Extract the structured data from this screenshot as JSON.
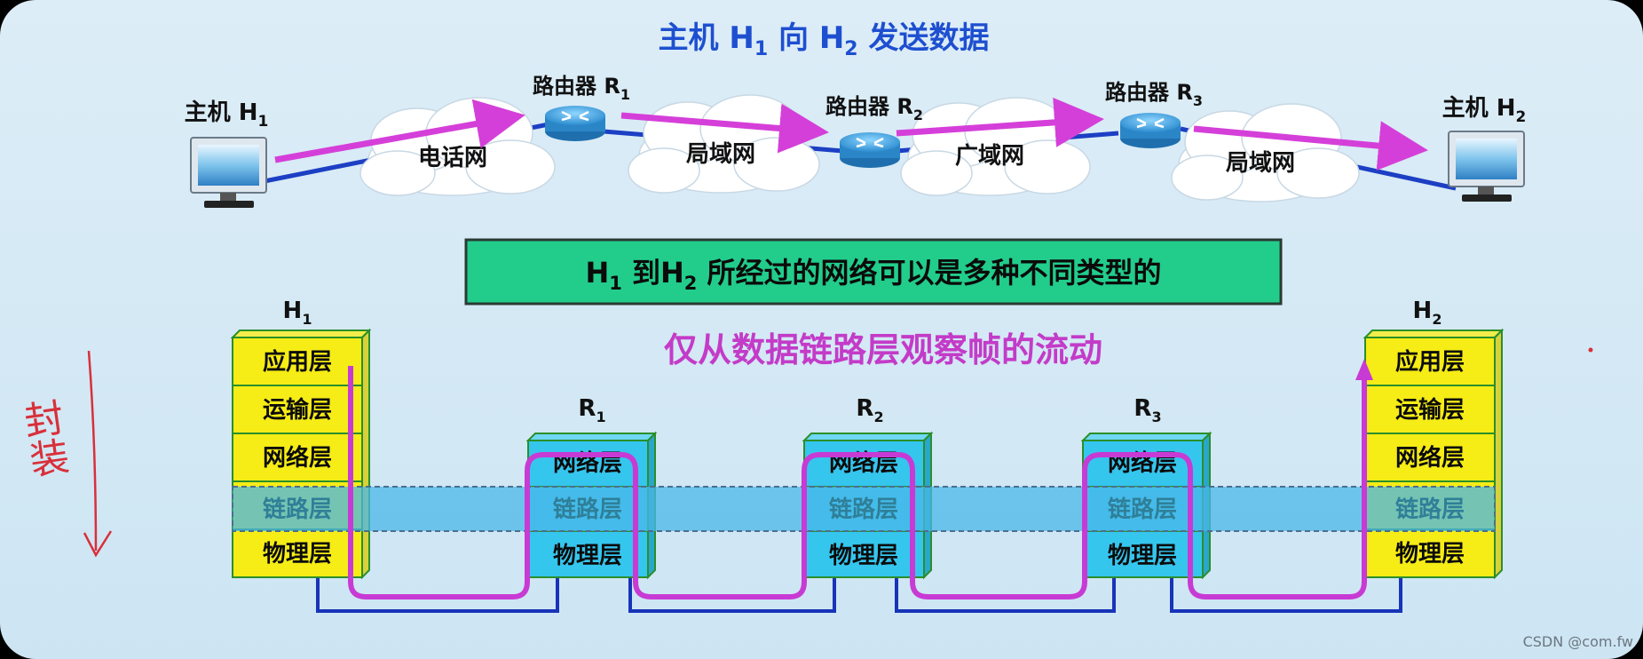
{
  "title": {
    "main": "主机 H",
    "s1": "1",
    "mid": " 向 H",
    "s2": "2",
    "end": " 发送数据"
  },
  "hosts": {
    "h1": {
      "label": "主机 H",
      "sub": "1"
    },
    "h2": {
      "label": "主机 H",
      "sub": "2"
    }
  },
  "routers": [
    {
      "label": "路由器 R",
      "sub": "1"
    },
    {
      "label": "路由器 R",
      "sub": "2"
    },
    {
      "label": "路由器 R",
      "sub": "3"
    }
  ],
  "clouds": [
    "电话网",
    "局域网",
    "广域网",
    "局域网"
  ],
  "banner": {
    "a": "H",
    "a_sub": "1",
    "b": " 到H",
    "b_sub": "2",
    "c": " 所经过的网络可以是多种不同类型的"
  },
  "caption": "仅从数据链路层观察帧的流动",
  "stack_labels": {
    "h1": {
      "name": "H",
      "sub": "1"
    },
    "r1": {
      "name": "R",
      "sub": "1"
    },
    "r2": {
      "name": "R",
      "sub": "2"
    },
    "r3": {
      "name": "R",
      "sub": "3"
    },
    "h2": {
      "name": "H",
      "sub": "2"
    }
  },
  "layers": {
    "app": "应用层",
    "transport": "运输层",
    "network": "网络层",
    "link": "链路层",
    "physical": "物理层"
  },
  "handwritten": "封装",
  "watermark": "CSDN @com.fw",
  "colors": {
    "background": "#cfe6f4",
    "host_layer": "#f6ec16",
    "router_layer": "#35c6ee",
    "link_band": "#4ab7e8",
    "path": "#c83ad4",
    "caption": "#c33bc8",
    "title": "#1e4fd0",
    "banner_bg": "#1ecf8a",
    "wire": "#1834b8"
  }
}
